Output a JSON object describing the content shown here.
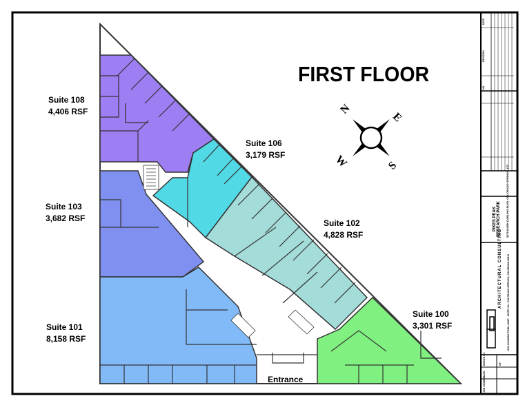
{
  "title": "FIRST FLOOR",
  "compass": {
    "n": "N",
    "e": "E",
    "s": "S",
    "w": "W"
  },
  "suites": [
    {
      "name": "Suite 108",
      "area": "4,406 RSF",
      "color": "#9d7ef3"
    },
    {
      "name": "Suite 106",
      "area": "3,179 RSF",
      "color": "#52d9e6"
    },
    {
      "name": "Suite 103",
      "area": "3,682 RSF",
      "color": "#8090f0"
    },
    {
      "name": "Suite 102",
      "area": "4,828 RSF",
      "color": "#a3dcd9"
    },
    {
      "name": "Suite 101",
      "area": "8,158 RSF",
      "color": "#82baf8"
    },
    {
      "name": "Suite 100",
      "area": "3,301 RSF",
      "color": "#80f080"
    }
  ],
  "entrance": "Entrance",
  "title_block": {
    "project": "PIKES PEAK RESEARCH PARK",
    "address": "5475 MARK DABLING BLVD. COLORADO SPRINGS, CO",
    "firm": "ARCHITECTURAL CONSULTING",
    "firm_address": "1150 ACADEMY PARK LOOP · SUITE 104 · COLORADO SPRINGS, COLORADO 80910",
    "drawn_by": "DRAWN BY:",
    "of": "OF",
    "date": "DATE:",
    "job_number": "JOB NUMBER:",
    "rev_date": "DATE",
    "revision": "REVISION",
    "no": "NO."
  }
}
